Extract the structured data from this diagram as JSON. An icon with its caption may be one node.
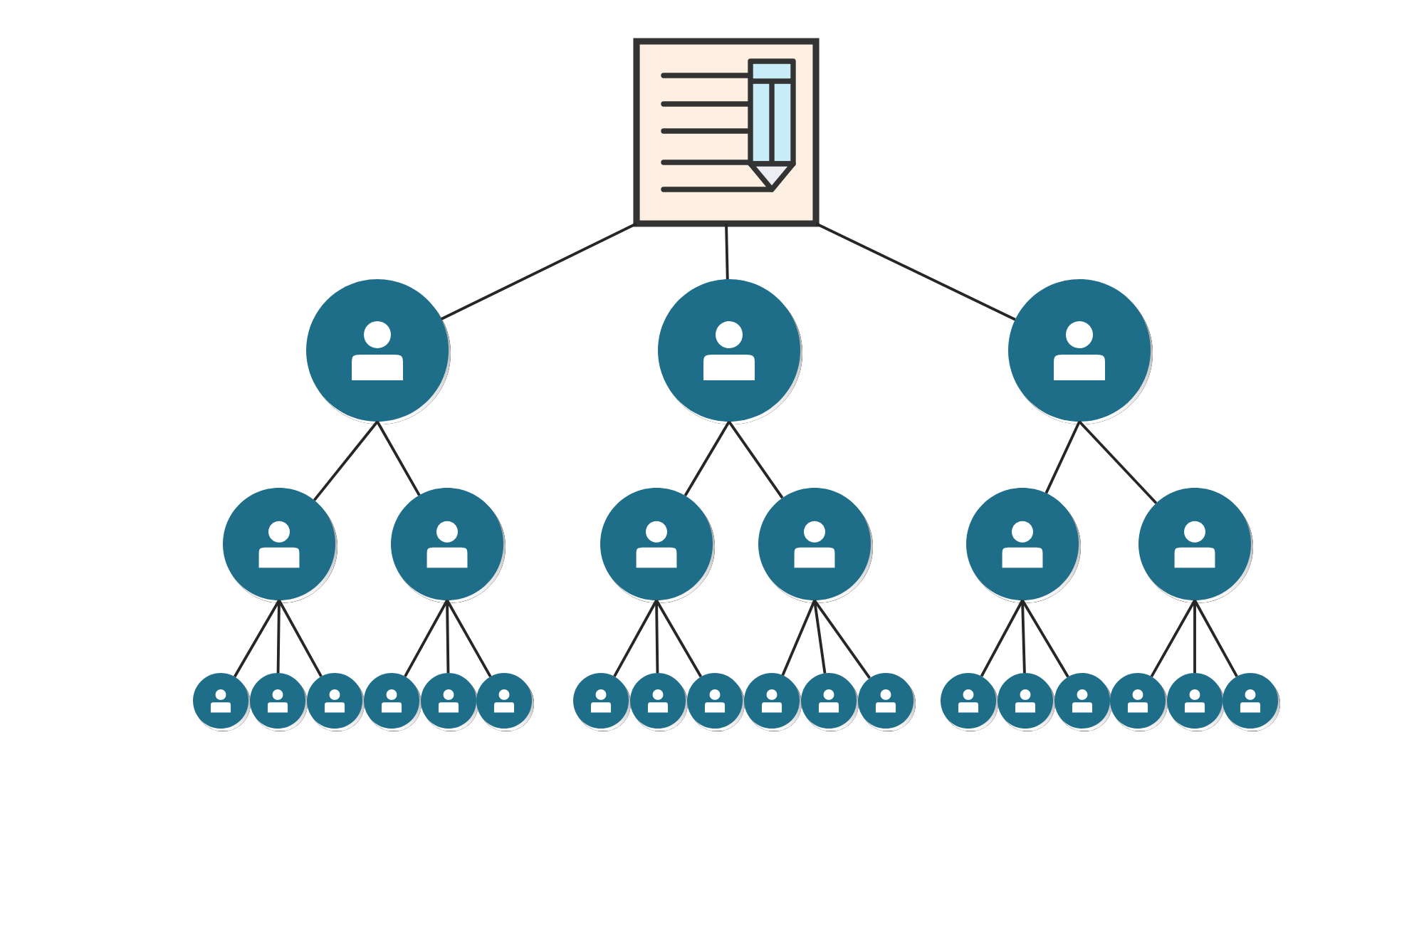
{
  "diagram": {
    "nodes": [
      {
        "text": [],
        "shape": "picture"
      },
      {
        "text": [],
        "shape": "circle"
      },
      {
        "text": [],
        "shape": "circle"
      },
      {
        "text": [],
        "shape": "circle"
      },
      {
        "text": [],
        "shape": "circle"
      },
      {
        "text": [],
        "shape": "circle"
      },
      {
        "text": [],
        "shape": "circle"
      },
      {
        "text": [],
        "shape": "circle"
      },
      {
        "text": [],
        "shape": "circle"
      },
      {
        "text": [],
        "shape": "circle"
      },
      {
        "text": [],
        "shape": "circle"
      },
      {
        "text": [],
        "shape": "circle"
      },
      {
        "text": [],
        "shape": "circle"
      },
      {
        "text": [],
        "shape": "circle"
      },
      {
        "text": [],
        "shape": "circle"
      },
      {
        "text": [],
        "shape": "circle"
      },
      {
        "text": [],
        "shape": "circle"
      },
      {
        "text": [],
        "shape": "circle"
      },
      {
        "text": [],
        "shape": "circle"
      },
      {
        "text": [],
        "shape": "circle"
      },
      {
        "text": [],
        "shape": "circle"
      },
      {
        "text": [],
        "shape": "circle"
      },
      {
        "text": [],
        "shape": "circle"
      },
      {
        "text": [],
        "shape": "circle"
      },
      {
        "text": [],
        "shape": "circle"
      },
      {
        "text": [],
        "shape": "circle"
      },
      {
        "text": [],
        "shape": "circle"
      },
      {
        "text": [],
        "shape": "circle"
      }
    ],
    "edges": [
      {
        "from": 0,
        "to": 1,
        "arrow": "none"
      },
      {
        "from": 0,
        "to": 2,
        "arrow": "none"
      },
      {
        "from": 0,
        "to": 3,
        "arrow": "none"
      },
      {
        "from": 1,
        "to": 4,
        "arrow": "none"
      },
      {
        "from": 1,
        "to": 5,
        "arrow": "none"
      },
      {
        "from": 2,
        "to": 6,
        "arrow": "none"
      },
      {
        "from": 2,
        "to": 7,
        "arrow": "none"
      },
      {
        "from": 3,
        "to": 8,
        "arrow": "none"
      },
      {
        "from": 3,
        "to": 9,
        "arrow": "none"
      },
      {
        "from": 4,
        "to": 10,
        "arrow": "none"
      },
      {
        "from": 4,
        "to": 11,
        "arrow": "none"
      },
      {
        "from": 4,
        "to": 12,
        "arrow": "none"
      },
      {
        "from": 5,
        "to": 13,
        "arrow": "none"
      },
      {
        "from": 5,
        "to": 14,
        "arrow": "none"
      },
      {
        "from": 5,
        "to": 15,
        "arrow": "none"
      },
      {
        "from": 6,
        "to": 16,
        "arrow": "none"
      },
      {
        "from": 6,
        "to": 17,
        "arrow": "none"
      },
      {
        "from": 6,
        "to": 18,
        "arrow": "none"
      },
      {
        "from": 7,
        "to": 19,
        "arrow": "none"
      },
      {
        "from": 7,
        "to": 20,
        "arrow": "none"
      },
      {
        "from": 7,
        "to": 21,
        "arrow": "none"
      },
      {
        "from": 8,
        "to": 22,
        "arrow": "none"
      },
      {
        "from": 8,
        "to": 23,
        "arrow": "none"
      },
      {
        "from": 8,
        "to": 24,
        "arrow": "none"
      },
      {
        "from": 9,
        "to": 25,
        "arrow": "none"
      },
      {
        "from": 9,
        "to": 26,
        "arrow": "none"
      },
      {
        "from": 9,
        "to": 27,
        "arrow": "none"
      }
    ]
  }
}
